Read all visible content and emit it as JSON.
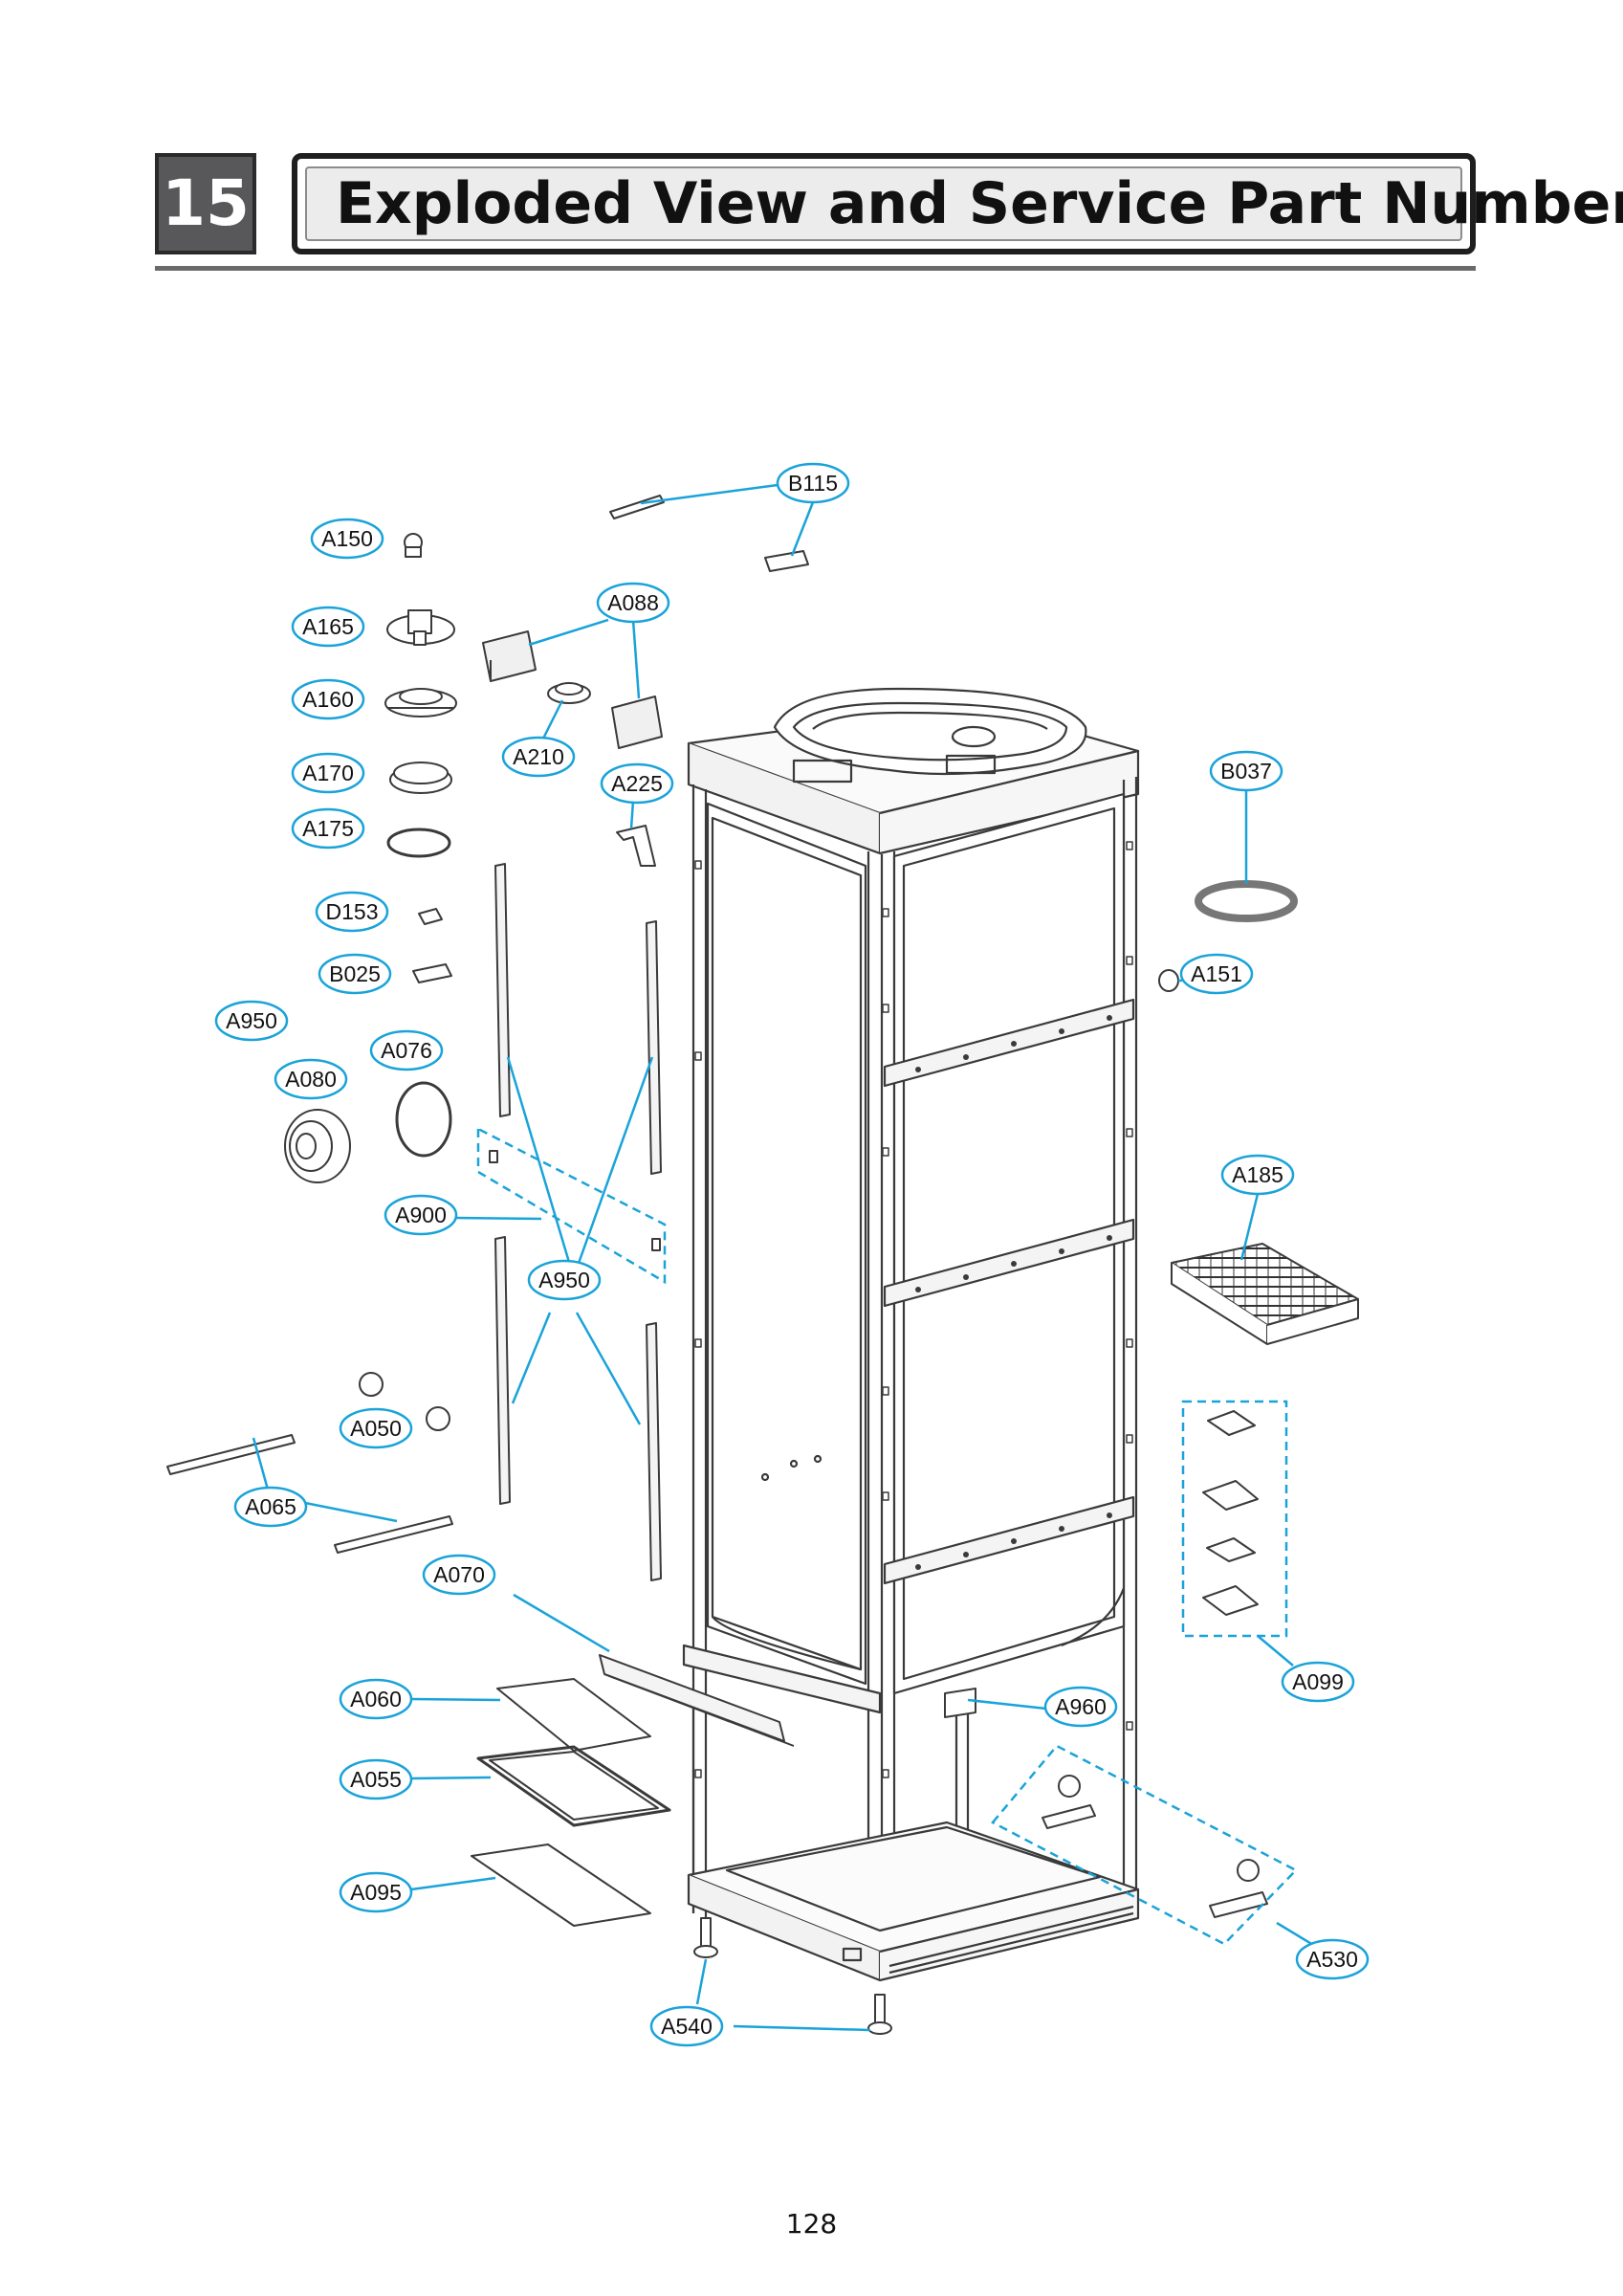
{
  "header": {
    "section_number": "15",
    "title": "Exploded View and Service Part Number"
  },
  "page_number": "128",
  "callouts": [
    {
      "id": "B115",
      "label": "B115"
    },
    {
      "id": "A150",
      "label": "A150"
    },
    {
      "id": "A088",
      "label": "A088"
    },
    {
      "id": "A165",
      "label": "A165"
    },
    {
      "id": "A160",
      "label": "A160"
    },
    {
      "id": "A210",
      "label": "A210"
    },
    {
      "id": "A170",
      "label": "A170"
    },
    {
      "id": "A225",
      "label": "A225"
    },
    {
      "id": "B037",
      "label": "B037"
    },
    {
      "id": "A175",
      "label": "A175"
    },
    {
      "id": "D153",
      "label": "D153"
    },
    {
      "id": "B025",
      "label": "B025"
    },
    {
      "id": "A151",
      "label": "A151"
    },
    {
      "id": "A950a",
      "label": "A950"
    },
    {
      "id": "A076",
      "label": "A076"
    },
    {
      "id": "A080",
      "label": "A080"
    },
    {
      "id": "A185",
      "label": "A185"
    },
    {
      "id": "A900",
      "label": "A900"
    },
    {
      "id": "A950b",
      "label": "A950"
    },
    {
      "id": "A050",
      "label": "A050"
    },
    {
      "id": "A065",
      "label": "A065"
    },
    {
      "id": "A070",
      "label": "A070"
    },
    {
      "id": "A099",
      "label": "A099"
    },
    {
      "id": "A060",
      "label": "A060"
    },
    {
      "id": "A960",
      "label": "A960"
    },
    {
      "id": "A055",
      "label": "A055"
    },
    {
      "id": "A095",
      "label": "A095"
    },
    {
      "id": "A530",
      "label": "A530"
    },
    {
      "id": "A540",
      "label": "A540"
    }
  ],
  "colors": {
    "callout": "#1aa3d9",
    "line_art": "#3a3a3a",
    "header_gray": "#58585a"
  }
}
